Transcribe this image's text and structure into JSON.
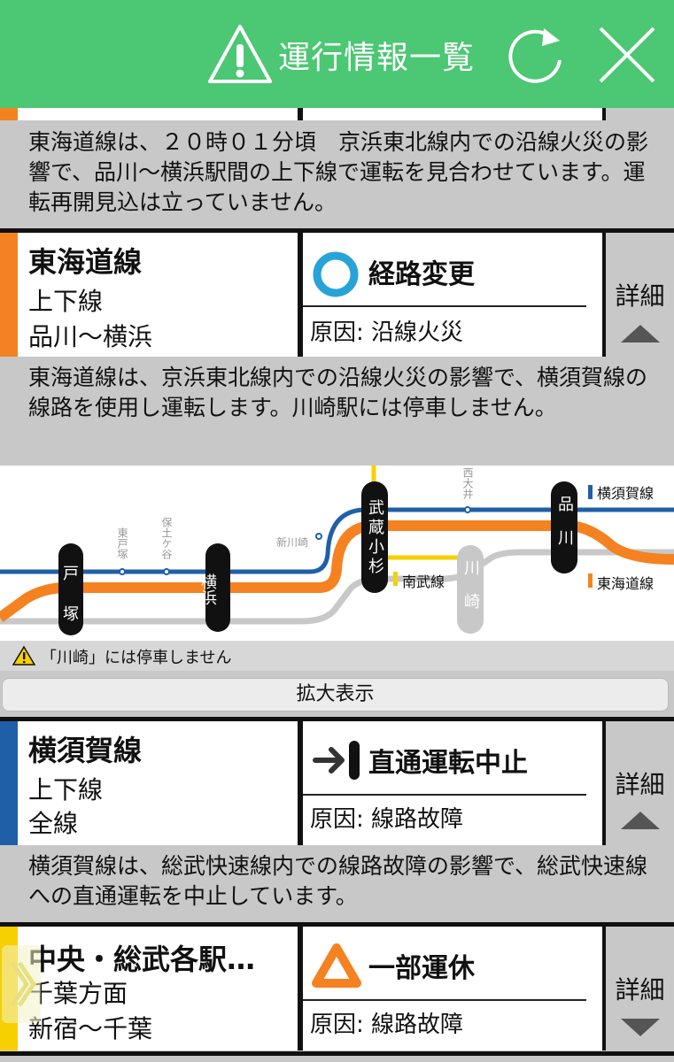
{
  "header": {
    "title": "運行情報一覧",
    "bg_color": "#4cc773"
  },
  "top_message": "東海道線は、２０時０１分頃　京浜東北線内での沿線火災の影響で、品川〜横浜駅間の上下線で運転を見合わせています。運転再開見込は立っていません。",
  "entries": [
    {
      "line_name": "東海道線",
      "direction": "上下線",
      "section": "品川〜横浜",
      "line_color": "#f58220",
      "status": "経路変更",
      "status_icon": "ring-icon",
      "cause": "原因: 沿線火災",
      "detail_label": "詳細",
      "message": "東海道線は、京浜東北線内での沿線火災の影響で、横須賀線の線路を使用し運転します。川崎駅には停車しません。"
    },
    {
      "line_name": "横須賀線",
      "direction": "上下線",
      "section": "全線",
      "line_color": "#1f5fa8",
      "status": "直通運転中止",
      "status_icon": "arrow-stop-icon",
      "cause": "原因: 線路故障",
      "detail_label": "詳細",
      "message": "横須賀線は、総武快速線内での線路故障の影響で、総武快速線への直通運転を中止しています。"
    },
    {
      "line_name": "中央・総武各駅…",
      "direction": "千葉方面",
      "section": "新宿〜千葉",
      "line_color": "#f6d000",
      "status": "一部運休",
      "status_icon": "triangle-icon",
      "cause": "原因: 線路故障",
      "detail_label": "詳細"
    }
  ],
  "map": {
    "stations": {
      "totsuka": "戸塚",
      "yokohama": "横浜",
      "musashikosugi": "武蔵小杉",
      "shinagawa": "品川",
      "kawasaki": "川崎",
      "higashitotsuka": "東戸塚",
      "hodogaya": "保土ケ谷",
      "shinkawasaki": "新川崎",
      "nishioi": "西大井"
    },
    "legend": {
      "yokosuka": "横須賀線",
      "tokaido": "東海道線",
      "nambu": "南武線"
    },
    "colors": {
      "yokosuka": "#1f5fa8",
      "tokaido": "#f58220",
      "nambu": "#f6d000",
      "keihin": "#c8c8c8"
    },
    "note": "「川崎」には停車しません"
  },
  "zoom_button": "拡大表示"
}
